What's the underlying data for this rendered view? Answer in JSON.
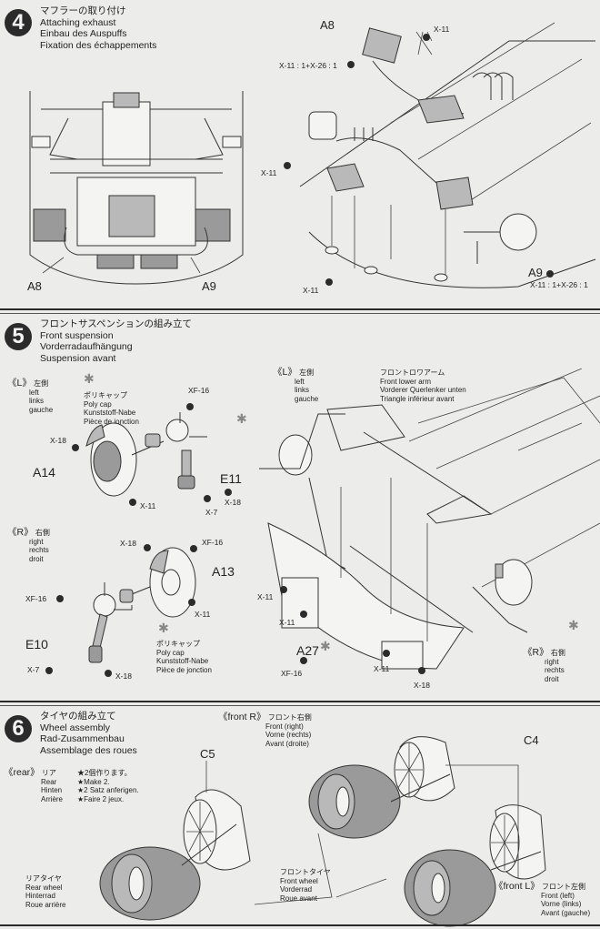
{
  "steps": [
    {
      "number": "4",
      "title_jp": "マフラーの取り付け",
      "title_en": "Attaching exhaust",
      "title_de": "Einbau des Auspuffs",
      "title_fr": "Fixation des échappements",
      "parts": {
        "left_a8": "A8",
        "left_a9": "A9",
        "right_a8": "A8",
        "right_a9": "A9"
      },
      "callouts": {
        "x11_top": "X-11",
        "x11_mix_top": "X-11 : 1+X-26 : 1",
        "x11_left": "X-11",
        "x11_bottom": "X-11",
        "x11_mix_bottom": "X-11 : 1+X-26 : 1"
      }
    },
    {
      "number": "5",
      "title_jp": "フロントサスペンションの組み立て",
      "title_en": "Front suspension",
      "title_de": "Vorderradaufhängung",
      "title_fr": "Suspension avant",
      "left_side": {
        "tag": "《L》",
        "jp": "左側",
        "en": "left",
        "de": "links",
        "fr": "gauche"
      },
      "right_side": {
        "tag": "《R》",
        "jp": "右側",
        "en": "right",
        "de": "rechts",
        "fr": "droit"
      },
      "left_side_main": {
        "tag": "《L》",
        "jp": "左側",
        "en": "left",
        "de": "links",
        "fr": "gauche"
      },
      "right_side_main": {
        "tag": "《R》",
        "jp": "右側",
        "en": "right",
        "de": "rechts",
        "fr": "droit"
      },
      "poly_cap_1": {
        "jp": "ポリキャップ",
        "en": "Poly cap",
        "de": "Kunststoff-Nabe",
        "fr": "Pièce de jonction"
      },
      "poly_cap_2": {
        "jp": "ポリキャップ",
        "en": "Poly cap",
        "de": "Kunststoff-Nabe",
        "fr": "Pièce de jonction"
      },
      "lower_arm": {
        "jp": "フロントロワアーム",
        "en": "Front lower arm",
        "de": "Vorderer Querlenker unten",
        "fr": "Triangle inférieur avant"
      },
      "parts": {
        "a14": "A14",
        "e11": "E11",
        "a13": "A13",
        "e10": "E10",
        "a27": "A27"
      },
      "callouts": {
        "xf16_l": "XF-16",
        "x18_l_top": "X-18",
        "x11_l": "X-11",
        "x18_l_e11": "X-18",
        "x7_l": "X-7",
        "x18_r_top": "X-18",
        "xf16_r_top": "XF-16",
        "xf16_r_left": "XF-16",
        "x11_r": "X-11",
        "x7_r": "X-7",
        "x18_r_bottom": "X-18",
        "x11_main_1": "X-11",
        "x11_main_2": "X-11",
        "xf16_main": "XF-16",
        "x11_main_3": "X-11",
        "x18_main": "X-18"
      }
    },
    {
      "number": "6",
      "title_jp": "タイヤの組み立て",
      "title_en": "Wheel assembly",
      "title_de": "Rad-Zusammenbau",
      "title_fr": "Assemblage des roues",
      "rear": {
        "tag": "《rear》",
        "jp": "リア",
        "en": "Rear",
        "de": "Hinten",
        "fr": "Arrière"
      },
      "make_note": [
        "★2個作ります。",
        "★Make 2.",
        "★2 Satz anferigen.",
        "★Faire 2 jeux."
      ],
      "front_r": {
        "tag": "《front R》",
        "jp": "フロント右側",
        "en": "Front (right)",
        "de": "Vorne (rechts)",
        "fr": "Avant (droite)"
      },
      "front_l": {
        "tag": "《front L》",
        "jp": "フロント左側",
        "en": "Front (left)",
        "de": "Vorne (links)",
        "fr": "Avant (gauche)"
      },
      "rear_wheel": {
        "jp": "リアタイヤ",
        "en": "Rear wheel",
        "de": "Hinterrad",
        "fr": "Roue arrière"
      },
      "front_wheel": {
        "jp": "フロントタイヤ",
        "en": "Front wheel",
        "de": "Vorderrad",
        "fr": "Roue avant"
      },
      "parts": {
        "c5": "C5",
        "c4": "C4"
      }
    }
  ]
}
